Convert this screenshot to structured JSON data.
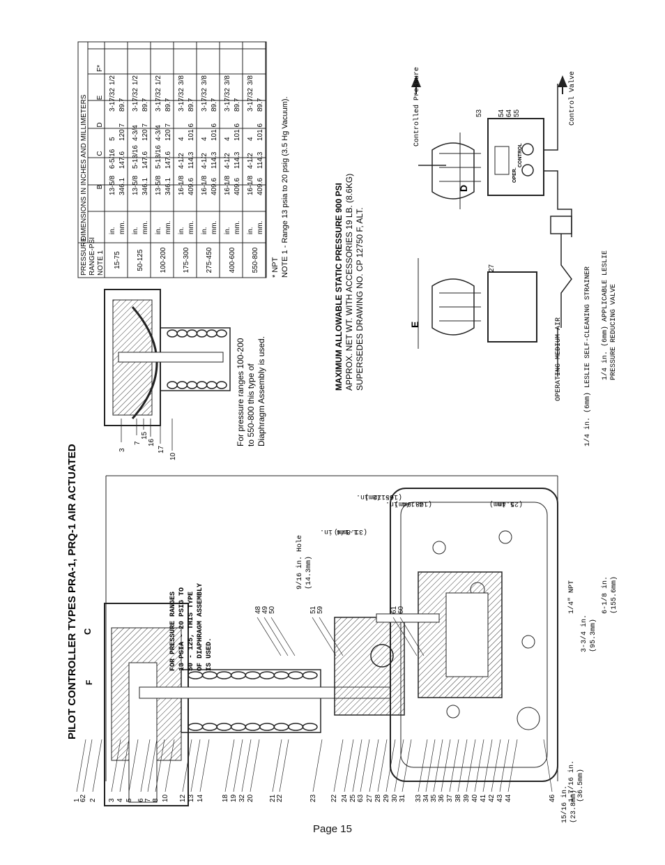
{
  "title": "PILOT CONTROLLER TYPES PRA-1, PRQ-1 AIR ACTUATED",
  "table": {
    "header_col1": [
      "PRESSURE",
      "RANGE-PSI",
      "NOTE 1"
    ],
    "header_group": "DIMENSIONS IN INCHES AND MILLIMETERS",
    "col_headers": [
      "B",
      "C",
      "D",
      "E",
      "F*"
    ],
    "rows": [
      {
        "range": "15-75",
        "in": [
          "13-5/8",
          "6-5/16",
          "5",
          "3-17/32",
          "1/2"
        ],
        "mm": [
          "346.1",
          "147.6",
          "120.7",
          "89.7",
          ""
        ]
      },
      {
        "range": "50-125",
        "in": [
          "13-5/8",
          "5-13/16",
          "4-3/4",
          "3-17/32",
          "1/2"
        ],
        "mm": [
          "346.1",
          "147.6",
          "120.7",
          "89.7",
          ""
        ]
      },
      {
        "range": "100-200",
        "in": [
          "13-5/8",
          "5-13/16",
          "4-3/4",
          "3-17/32",
          "1/2"
        ],
        "mm": [
          "346.1",
          "147.6",
          "120.7",
          "89.7",
          ""
        ]
      },
      {
        "range": "175-300",
        "in": [
          "16-1/8",
          "4-1/2",
          "4",
          "3-17/32",
          "3/8"
        ],
        "mm": [
          "409.6",
          "114.3",
          "101.6",
          "89.7",
          ""
        ]
      },
      {
        "range": "275-450",
        "in": [
          "16-1/8",
          "4-1/2",
          "4",
          "3-17/32",
          "3/8"
        ],
        "mm": [
          "409.6",
          "114.3",
          "101.6",
          "89.7",
          ""
        ]
      },
      {
        "range": "400-600",
        "in": [
          "16-1/8",
          "4-1/2",
          "4",
          "3-17/32",
          "3/8"
        ],
        "mm": [
          "409.6",
          "114.3",
          "101.6",
          "89.7",
          ""
        ]
      },
      {
        "range": "550-800",
        "in": [
          "16-1/8",
          "4-1/2",
          "4",
          "3-17/32",
          "3/8"
        ],
        "mm": [
          "409.6",
          "114.3",
          "101.6",
          "89.7",
          ""
        ]
      }
    ],
    "unit_in": "in.",
    "unit_mm": "mm.",
    "note_star": "* NPT",
    "note_1": "NOTE 1 - Range 13 psia to 20 psig (3.5 Hg Vacuum)."
  },
  "diaphragm_note": [
    "For pressure ranges 100-200",
    "to 550-800 this type of",
    "Diaphragm Assembly is used."
  ],
  "diaphragm_callouts": [
    "3",
    "7",
    "15",
    "16",
    "17",
    "10"
  ],
  "max_pressure": {
    "heading": "MAXIMUM ALLOWABLE STATIC PRESSURE 900 PSI",
    "line1": "APPROX. NET WT. WITH ACCESSORIES 19 LB. (8.6KG)",
    "line2": "SUPERSEDES DRAWING NO. CP 12750 F, ALT."
  },
  "schematic": {
    "controlled_pressure": "Controlled Pressure",
    "control_valve": "Control Valve",
    "operating_air": "OPERATING MEDIUM AIR",
    "strainer": "1/4 in. (6mm) LESLIE SELF-CLEANING STRAINER",
    "reducing_valve_1": "1/4 in. (6mm) APPLICABLE LESLIE",
    "reducing_valve_2": "PRESSURE REDUCING VALVE",
    "d_label": "D",
    "e_label": "E",
    "label_27": "27",
    "labels_top": [
      "53",
      "54",
      "64",
      "55"
    ],
    "gauge_labels": [
      "OPER.",
      "CONTROL"
    ]
  },
  "main_drawing": {
    "note": [
      "FOR PRESSURE RANGES",
      "13 PSIA - 20 PSIG TO",
      "50 - 125, THIS TYPE",
      "OF DIAPHRAGM ASSEMBLY",
      "IS USED."
    ],
    "dim_c": "C",
    "dim_f": "F",
    "dims": [
      "1-1/4 in.",
      "(31.8mm)",
      "6-1/2 in.",
      "(165.1mm)",
      "4-1/4 in.",
      "(108.0mm)",
      "1 in.",
      "(25.4mm)",
      "1-7/16 in.",
      "(36.5mm)",
      "3-3/4 in.",
      "(95.3mm)",
      "6-1/8 in.",
      "(155.6mm)",
      "15/16 in.",
      "(23.8mm)",
      "1/4\" NPT",
      "9/16 in. Hole",
      "(14.3mm)"
    ],
    "callouts_left": [
      "1",
      "62",
      "2",
      "3",
      "4",
      "5",
      "6",
      "7",
      "8",
      "10",
      "12",
      "13",
      "14",
      "18",
      "19",
      "32",
      "20",
      "21",
      "22",
      "23",
      "22",
      "24",
      "25",
      "63",
      "27",
      "28",
      "29",
      "30",
      "31",
      "33",
      "34",
      "35",
      "36",
      "37",
      "38",
      "39",
      "40",
      "41",
      "42",
      "43",
      "44",
      "46"
    ],
    "callouts_top": [
      "48",
      "49",
      "50",
      "51",
      "59",
      "61",
      "60"
    ]
  },
  "page_number": "Page 15"
}
